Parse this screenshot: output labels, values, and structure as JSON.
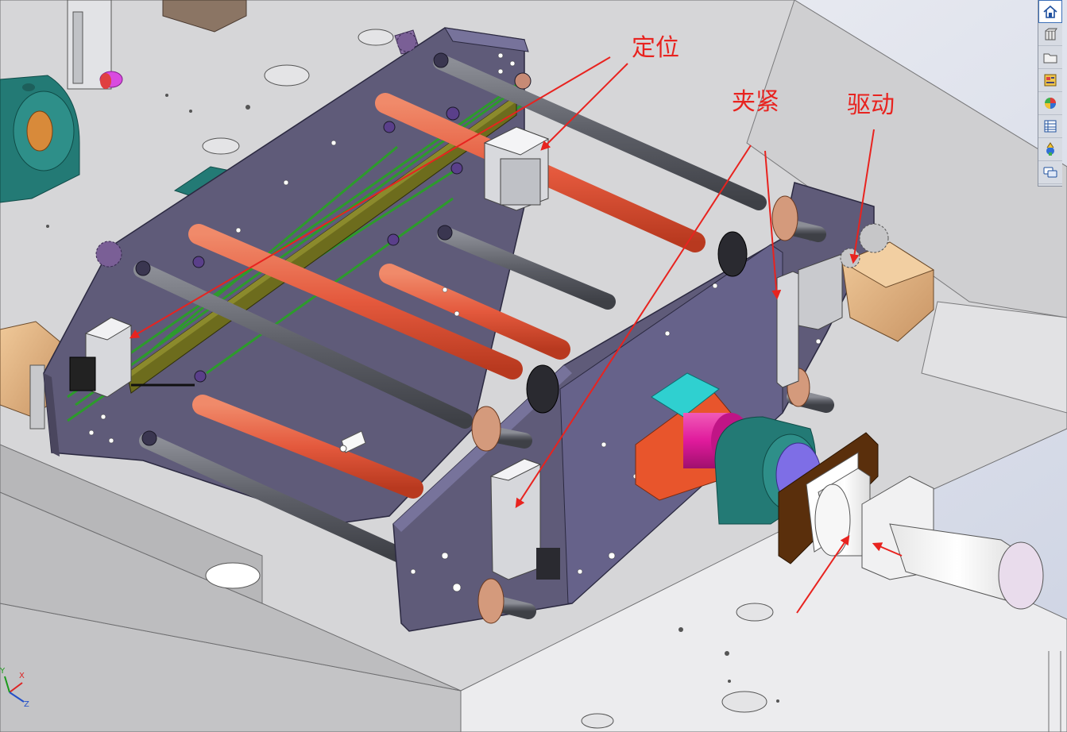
{
  "annotations": {
    "positioning": "定位",
    "clamping": "夹紧",
    "drive": "驱动"
  },
  "task_pane": {
    "tabs": [
      {
        "name": "home-icon",
        "active": true
      },
      {
        "name": "resources-icon",
        "active": false
      },
      {
        "name": "design-library-icon",
        "active": false
      },
      {
        "name": "file-explorer-icon",
        "active": false
      },
      {
        "name": "view-palette-icon",
        "active": false
      },
      {
        "name": "appearances-icon",
        "active": false
      },
      {
        "name": "custom-properties-icon",
        "active": false
      },
      {
        "name": "forum-icon",
        "active": false
      }
    ]
  },
  "triad": {
    "x_label": "X",
    "y_label": "Y",
    "z_label": "Z"
  },
  "colors": {
    "annotation": "#e8231f",
    "frame_plate": "#5f5b79",
    "rod_red": "#e4593d",
    "rod_gray": "#5c5e66",
    "base_gray": "#bdbdbf",
    "servo_white": "#f4f4f4",
    "motor_tan": "#dfb182",
    "bearing_teal": "#237a75"
  }
}
